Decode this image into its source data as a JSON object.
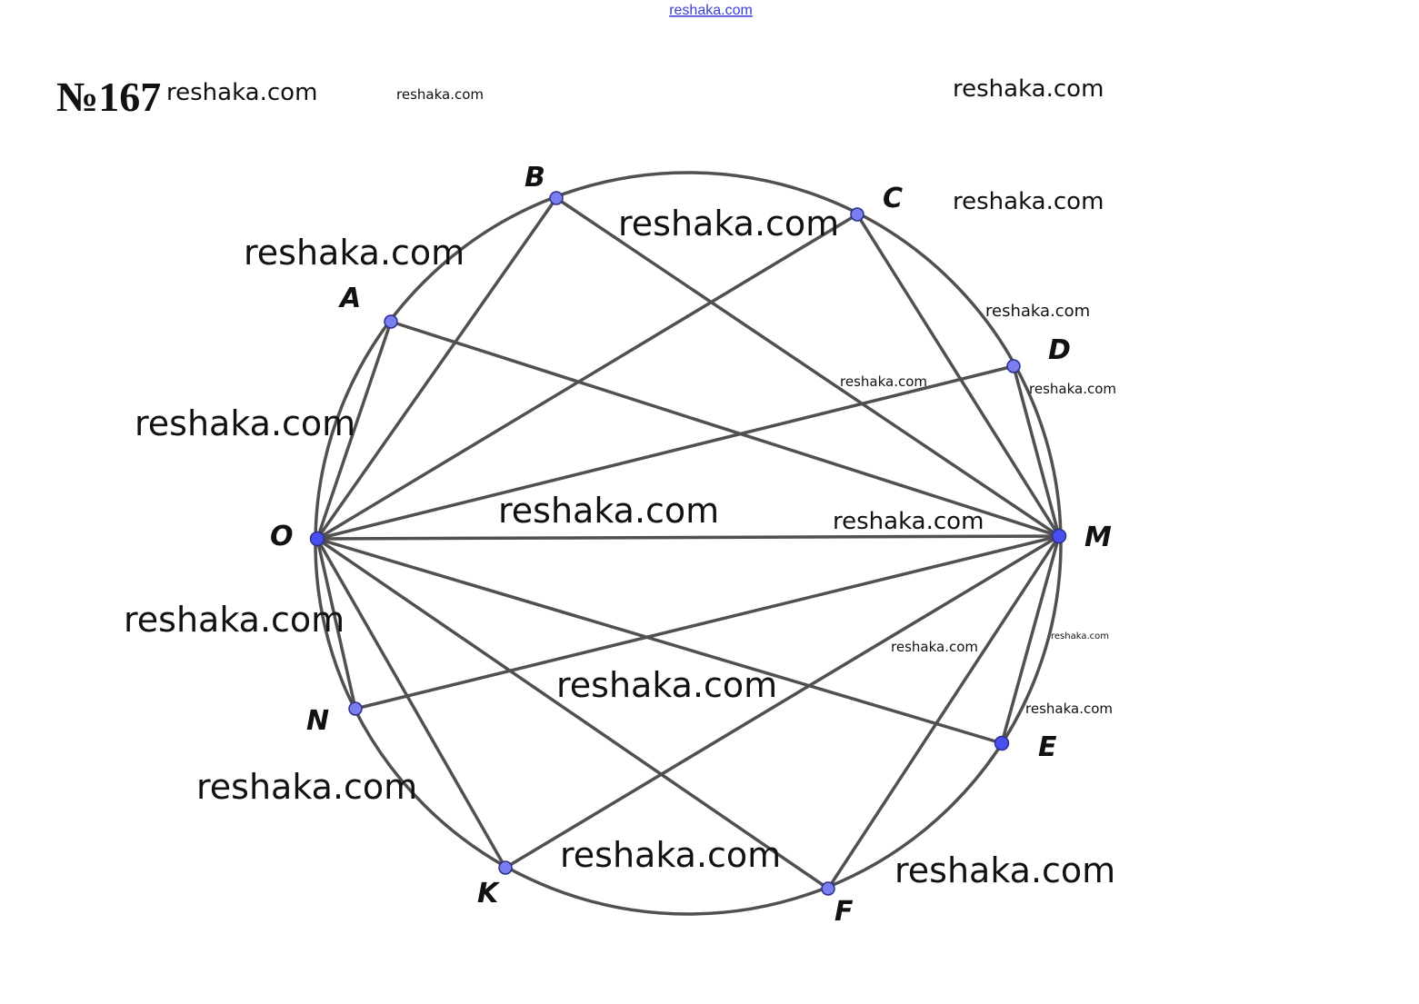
{
  "problem": {
    "number": "№167"
  },
  "site_header": "reshaka.com",
  "colors": {
    "stroke": "#505050",
    "point_fill": "#7b7ef0",
    "point_fill_dark": "#4a4ff0",
    "point_stroke": "#2b2f8a",
    "text": "#111111",
    "header_link": "#3b3fd6"
  },
  "points": [
    {
      "id": "O",
      "label": "O"
    },
    {
      "id": "M",
      "label": "M"
    },
    {
      "id": "A",
      "label": "A"
    },
    {
      "id": "B",
      "label": "B"
    },
    {
      "id": "C",
      "label": "C"
    },
    {
      "id": "D",
      "label": "D"
    },
    {
      "id": "E",
      "label": "E"
    },
    {
      "id": "F",
      "label": "F"
    },
    {
      "id": "K",
      "label": "K"
    },
    {
      "id": "N",
      "label": "N"
    }
  ],
  "segments": [
    [
      "O",
      "A"
    ],
    [
      "O",
      "B"
    ],
    [
      "O",
      "C"
    ],
    [
      "O",
      "D"
    ],
    [
      "O",
      "M"
    ],
    [
      "O",
      "E"
    ],
    [
      "O",
      "F"
    ],
    [
      "O",
      "K"
    ],
    [
      "O",
      "N"
    ],
    [
      "M",
      "A"
    ],
    [
      "M",
      "B"
    ],
    [
      "M",
      "C"
    ],
    [
      "M",
      "D"
    ],
    [
      "M",
      "E"
    ],
    [
      "M",
      "F"
    ],
    [
      "M",
      "K"
    ],
    [
      "M",
      "N"
    ]
  ],
  "watermarks": [
    "reshaka.com",
    "reshaka.com",
    "reshaka.com",
    "reshaka.com",
    "reshaka.com",
    "reshaka.com",
    "reshaka.com",
    "reshaka.com",
    "reshaka.com",
    "reshaka.com",
    "reshaka.com",
    "reshaka.com",
    "reshaka.com",
    "reshaka.com",
    "reshaka.com",
    "reshaka.com",
    "reshaka.com",
    "reshaka.com",
    "reshaka.com",
    "reshaka.com"
  ]
}
